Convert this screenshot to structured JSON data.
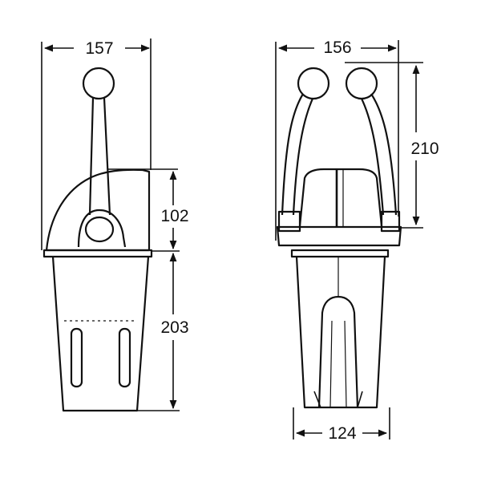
{
  "colors": {
    "ink": "#111111",
    "paper": "#ffffff"
  },
  "dimensions": {
    "side_view_width": "157",
    "side_view_upper_height": "102",
    "side_view_lower_height": "203",
    "front_view_width": "156",
    "front_view_lever_height": "210",
    "front_view_base_width": "124"
  }
}
